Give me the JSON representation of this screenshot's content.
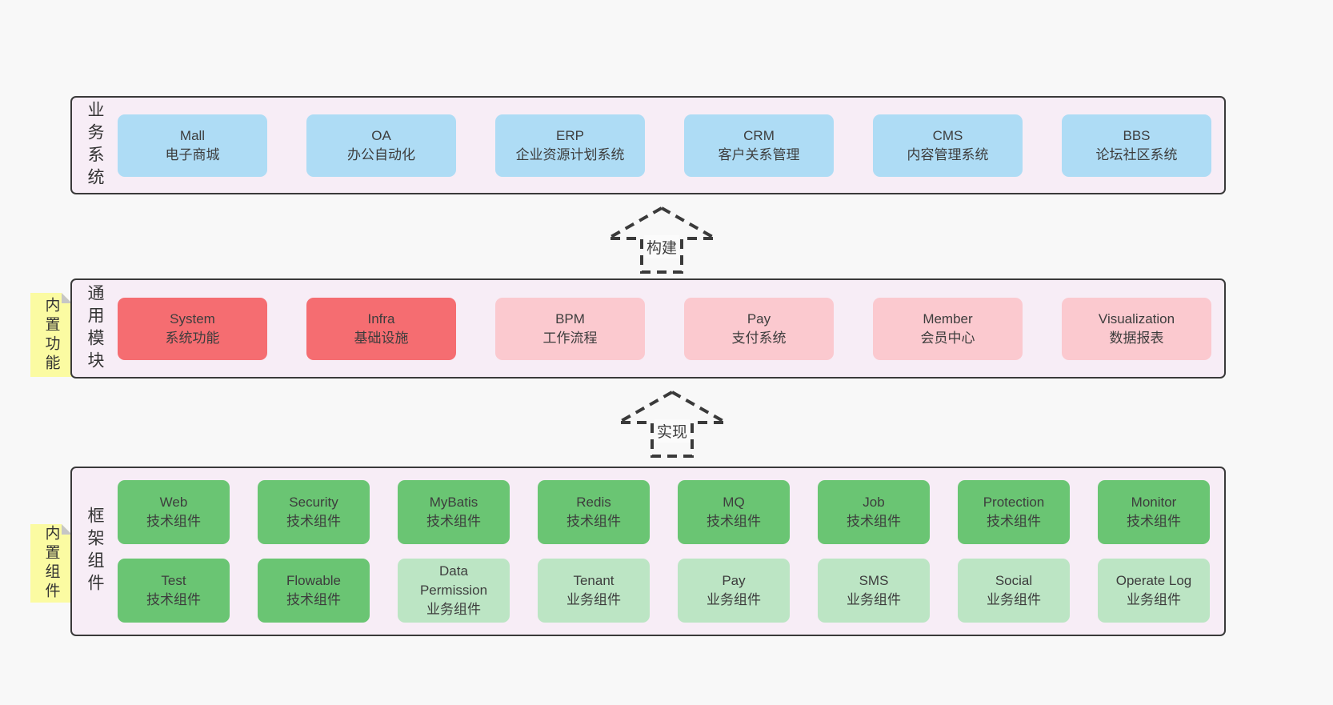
{
  "colors": {
    "page_bg": "#f8f8f8",
    "panel_bg": "#f7edf6",
    "panel_border": "#3a3a3a",
    "blue": "#aedcf5",
    "red": "#f56d71",
    "pink": "#fbc9cf",
    "green_dark": "#6ac573",
    "green_light": "#bce5c4",
    "yellow": "#fbfba2",
    "fold_gray": "#c6c6c6",
    "text": "#3d3d3d"
  },
  "arrows": [
    {
      "label": "构建"
    },
    {
      "label": "实现"
    }
  ],
  "sections": [
    {
      "label": "业务系统",
      "tab": null,
      "boxes": [
        {
          "title": "Mall",
          "subtitle": "电子商城",
          "color": "blue"
        },
        {
          "title": "OA",
          "subtitle": "办公自动化",
          "color": "blue"
        },
        {
          "title": "ERP",
          "subtitle": "企业资源计划系统",
          "color": "blue"
        },
        {
          "title": "CRM",
          "subtitle": "客户关系管理",
          "color": "blue"
        },
        {
          "title": "CMS",
          "subtitle": "内容管理系统",
          "color": "blue"
        },
        {
          "title": "BBS",
          "subtitle": "论坛社区系统",
          "color": "blue"
        }
      ]
    },
    {
      "label": "通用模块",
      "tab": "内置功能",
      "boxes": [
        {
          "title": "System",
          "subtitle": "系统功能",
          "color": "red"
        },
        {
          "title": "Infra",
          "subtitle": "基础设施",
          "color": "red"
        },
        {
          "title": "BPM",
          "subtitle": "工作流程",
          "color": "pink"
        },
        {
          "title": "Pay",
          "subtitle": "支付系统",
          "color": "pink"
        },
        {
          "title": "Member",
          "subtitle": "会员中心",
          "color": "pink"
        },
        {
          "title": "Visualization",
          "subtitle": "数据报表",
          "color": "pink"
        }
      ]
    },
    {
      "label": "框架组件",
      "tab": "内置组件",
      "boxes": [
        {
          "title": "Web",
          "subtitle": "技术组件",
          "color": "green_dark"
        },
        {
          "title": "Security",
          "subtitle": "技术组件",
          "color": "green_dark"
        },
        {
          "title": "MyBatis",
          "subtitle": "技术组件",
          "color": "green_dark"
        },
        {
          "title": "Redis",
          "subtitle": "技术组件",
          "color": "green_dark"
        },
        {
          "title": "MQ",
          "subtitle": "技术组件",
          "color": "green_dark"
        },
        {
          "title": "Job",
          "subtitle": "技术组件",
          "color": "green_dark"
        },
        {
          "title": "Protection",
          "subtitle": "技术组件",
          "color": "green_dark"
        },
        {
          "title": "Monitor",
          "subtitle": "技术组件",
          "color": "green_dark"
        },
        {
          "title": "Test",
          "subtitle": "技术组件",
          "color": "green_dark"
        },
        {
          "title": "Flowable",
          "subtitle": "技术组件",
          "color": "green_dark"
        },
        {
          "title": "Data\nPermission",
          "subtitle": "业务组件",
          "color": "green_light"
        },
        {
          "title": "Tenant",
          "subtitle": "业务组件",
          "color": "green_light"
        },
        {
          "title": "Pay",
          "subtitle": "业务组件",
          "color": "green_light"
        },
        {
          "title": "SMS",
          "subtitle": "业务组件",
          "color": "green_light"
        },
        {
          "title": "Social",
          "subtitle": "业务组件",
          "color": "green_light"
        },
        {
          "title": "Operate Log",
          "subtitle": "业务组件",
          "color": "green_light"
        }
      ]
    }
  ]
}
